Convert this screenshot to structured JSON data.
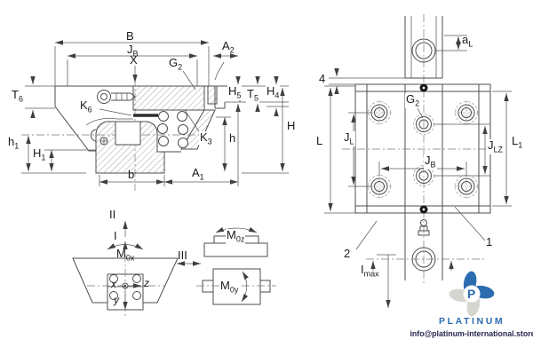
{
  "branding": {
    "logo_text": "PLATINUM",
    "logo_letter": "P",
    "email": "info@platinum-international.store",
    "accent_blue": "#2b6cb0",
    "petal_grey": "#d6d6d0"
  },
  "drawing": {
    "line_color": "#4d4d4d"
  },
  "icons": {
    "logo": "platinum-logo-icon"
  },
  "labels": {
    "b": {
      "t": "B",
      "s": ""
    },
    "jb": {
      "t": "J",
      "s": "B"
    },
    "a2": {
      "t": "A",
      "s": "2"
    },
    "x_pos": {
      "t": "X",
      "s": ""
    },
    "g2": {
      "t": "G",
      "s": "2"
    },
    "t6": {
      "t": "T",
      "s": "6"
    },
    "k6": {
      "t": "K",
      "s": "6"
    },
    "h5": {
      "t": "H",
      "s": "5"
    },
    "t5": {
      "t": "T",
      "s": "5"
    },
    "h4": {
      "t": "H",
      "s": "4"
    },
    "h_cap": {
      "t": "H",
      "s": ""
    },
    "k3": {
      "t": "K",
      "s": "3"
    },
    "h_low": {
      "t": "h",
      "s": ""
    },
    "h1_low": {
      "t": "h",
      "s": "1"
    },
    "h1_cap": {
      "t": "H",
      "s": "1"
    },
    "b_low": {
      "t": "b",
      "s": ""
    },
    "a1": {
      "t": "A",
      "s": "1"
    },
    "al": {
      "t": "a",
      "s": "L"
    },
    "four": {
      "t": "4",
      "s": ""
    },
    "g2_top": {
      "t": "G",
      "s": "2"
    },
    "l_cap": {
      "t": "L",
      "s": ""
    },
    "jl": {
      "t": "J",
      "s": "L"
    },
    "jb_top": {
      "t": "J",
      "s": "B"
    },
    "jlz": {
      "t": "J",
      "s": "LZ"
    },
    "l1": {
      "t": "L",
      "s": "1"
    },
    "one": {
      "t": "1",
      "s": ""
    },
    "two": {
      "t": "2",
      "s": ""
    },
    "imax": {
      "t": "I",
      "s": "max"
    },
    "ii": {
      "t": "II",
      "s": ""
    },
    "i": {
      "t": "I",
      "s": ""
    },
    "m0x": {
      "t": "M",
      "s": "0x"
    },
    "iii": {
      "t": "III",
      "s": ""
    },
    "m0z": {
      "t": "M",
      "s": "0z"
    },
    "m0y": {
      "t": "M",
      "s": "0y"
    },
    "ax_x": {
      "t": "x",
      "s": ""
    },
    "ax_y": {
      "t": "y",
      "s": ""
    },
    "ax_z": {
      "t": "z",
      "s": ""
    }
  }
}
